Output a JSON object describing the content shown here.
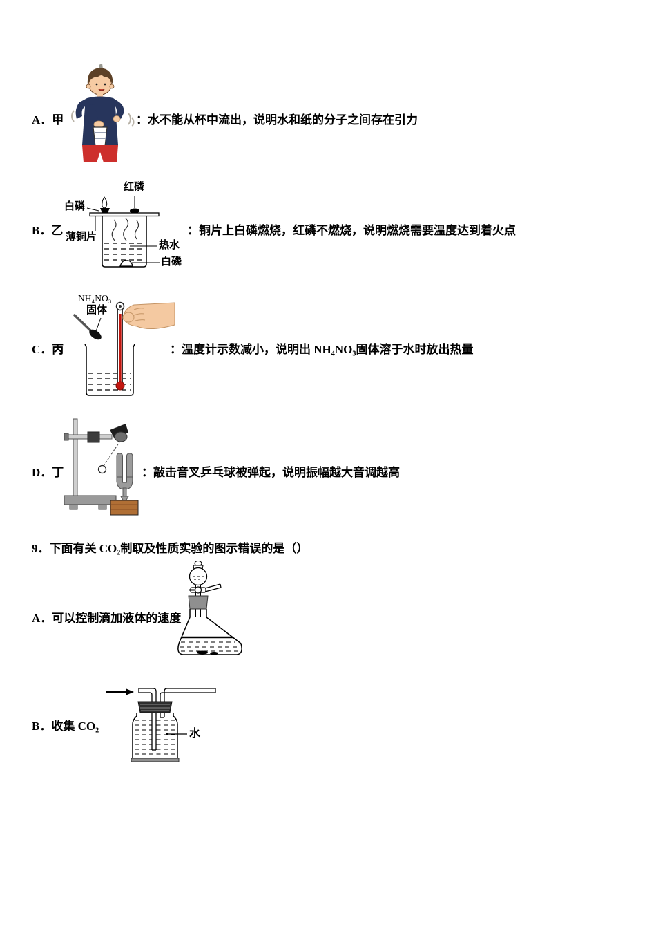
{
  "question8": {
    "options": [
      {
        "id": "A",
        "label": "A．甲",
        "desc": "：水不能从杯中流出，说明水和纸的分子之间存在引力"
      },
      {
        "id": "B",
        "label": "B．乙",
        "desc": "：铜片上白磷燃烧，红磷不燃烧，说明燃烧需要温度达到着火点"
      },
      {
        "id": "C",
        "label": "C．丙",
        "desc": "：温度计示数减小，说明出 NH₄NO₃固体溶于水时放出热量"
      },
      {
        "id": "D",
        "label": "D．丁",
        "desc": "：敲击音叉乒乓球被弹起，说明振幅越大音调越高"
      }
    ]
  },
  "diagram_b_labels": {
    "red_phosphorus": "红磷",
    "white_phosphorus_top": "白磷",
    "thin_copper_sheet": "薄铜片",
    "hot_water": "热水",
    "white_phosphorus_bottom": "白磷"
  },
  "diagram_c_labels": {
    "formula": "NH₄NO₃",
    "solid": "固体"
  },
  "question9": {
    "stem": "9．下面有关 CO₂制取及性质实验的图示错误的是（）",
    "options": [
      {
        "id": "A",
        "label": "A．可以控制滴加液体的速度"
      },
      {
        "id": "B",
        "label": "B．收集 CO₂"
      }
    ]
  },
  "diagram_q9b_labels": {
    "water": "水"
  },
  "colors": {
    "thermometer_red": "#c2160f",
    "shirt_navy": "#27355c",
    "shorts_red": "#cd2f2c",
    "wood_brown": "#b06f35",
    "skin": "#f4c9a1",
    "metal_gray": "#9a9a9a"
  }
}
